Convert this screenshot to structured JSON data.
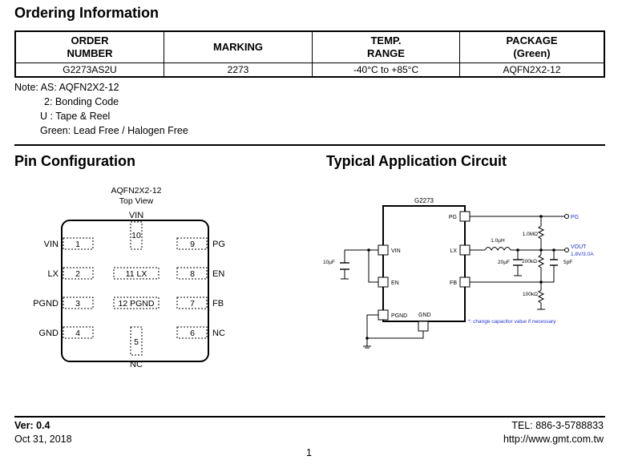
{
  "ordering": {
    "title": "Ordering Information",
    "headers": [
      "ORDER\nNUMBER",
      "MARKING",
      "TEMP.\nRANGE",
      "PACKAGE\n(Green)"
    ],
    "row": [
      "G2273AS2U",
      "2273",
      "-40°C to +85°C",
      "AQFN2X2-12"
    ],
    "notes": [
      "Note: AS: AQFN2X2-12",
      "2: Bonding Code",
      "U : Tape & Reel",
      "Green: Lead Free / Halogen Free"
    ]
  },
  "pin_config": {
    "title": "Pin Configuration",
    "package": "AQFN2X2-12",
    "view": "Top View",
    "left_labels": [
      "VIN",
      "LX",
      "PGND",
      "GND"
    ],
    "left_numbers": [
      "1",
      "2",
      "3",
      "4"
    ],
    "right_labels": [
      "PG",
      "EN",
      "FB",
      "NC"
    ],
    "right_numbers": [
      "9",
      "8",
      "7",
      "6"
    ],
    "top_label": "VIN",
    "top_number": "10",
    "bottom_label": "NC",
    "bottom_number": "5",
    "center_pads": [
      "11 LX",
      "12 PGND"
    ]
  },
  "circuit": {
    "title": "Typical Application Circuit",
    "chip": "G2273",
    "pins": {
      "vin": "VIN",
      "en": "EN",
      "pgnd": "PGND",
      "gnd": "GND",
      "pg": "PG",
      "lx": "LX",
      "fb": "FB"
    },
    "inductor": "1.0µH",
    "cin": "10µF",
    "cout": "20µF",
    "cff": "5pF",
    "r_pg": "1.0MΩ",
    "r_top": "200kΩ",
    "r_bot": "100kΩ",
    "out_pg": "PG",
    "vout": "VOUT",
    "vout_value": "1.8V/3.0A",
    "note": "*: change capacitor value if necessary"
  },
  "footer": {
    "version": "Ver: 0.4",
    "date": "Oct 31, 2018",
    "tel": "TEL: 886-3-5788833",
    "url": "http://www.gmt.com.tw",
    "page": "1"
  },
  "colors": {
    "accent_blue": "#2233cc"
  }
}
